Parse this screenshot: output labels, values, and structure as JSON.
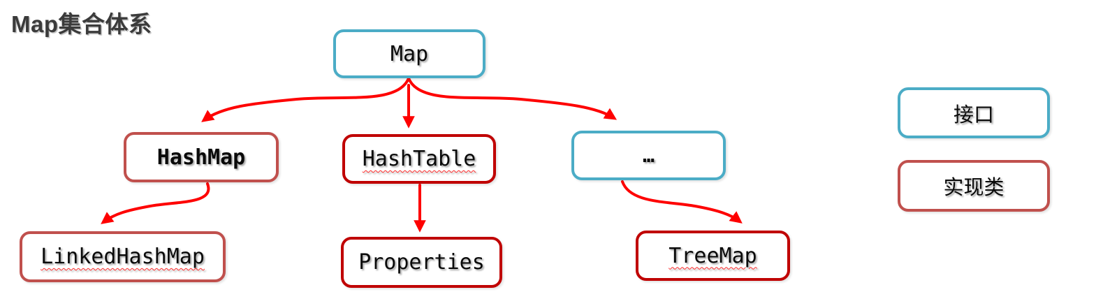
{
  "title": "Map集合体系",
  "colors": {
    "interface_border": "#4BACC6",
    "impl_light_border": "#C0504D",
    "impl_dark_border": "#C00000",
    "arrow": "#FE0000",
    "squiggle_color": "#FF2A2A",
    "title_color": "#3B3B3B"
  },
  "nodes": {
    "map": {
      "label": "Map",
      "type": "interface"
    },
    "hashmap": {
      "label": "HashMap",
      "type": "implementation"
    },
    "hashtable": {
      "label": "HashTable",
      "type": "implementation"
    },
    "others": {
      "label": "…",
      "type": "interface"
    },
    "linkedhashmap": {
      "label": "LinkedHashMap",
      "type": "implementation"
    },
    "properties": {
      "label": "Properties",
      "type": "implementation"
    },
    "treemap": {
      "label": "TreeMap",
      "type": "implementation"
    }
  },
  "edges": [
    {
      "from": "map",
      "to": "hashmap"
    },
    {
      "from": "map",
      "to": "hashtable"
    },
    {
      "from": "map",
      "to": "others"
    },
    {
      "from": "hashmap",
      "to": "linkedhashmap"
    },
    {
      "from": "hashtable",
      "to": "properties"
    },
    {
      "from": "others",
      "to": "treemap"
    }
  ],
  "legend": {
    "interface": {
      "label": "接口"
    },
    "implementation": {
      "label": "实现类"
    }
  }
}
